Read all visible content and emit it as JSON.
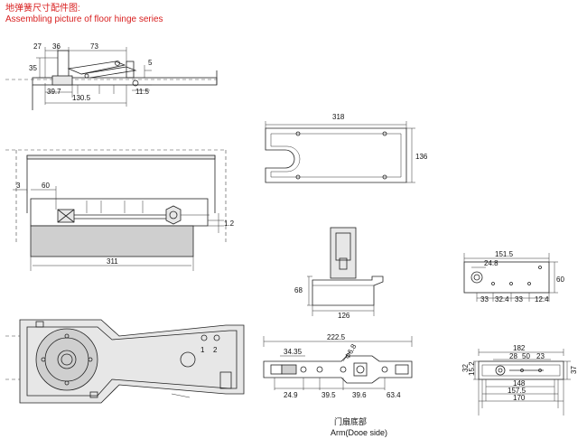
{
  "header": {
    "title_cn": "地弹簧尺寸配件图:",
    "title_en": "Assembling picture of floor hinge series"
  },
  "dims": {
    "d27": "27",
    "d36": "36",
    "d73": "73",
    "d35": "35",
    "d5": "5",
    "d39_7": "39.7",
    "d130_5": "130.5",
    "d11_5": "11.5",
    "d3": "3",
    "d60a": "60",
    "d1_2": "1.2",
    "d311": "311",
    "d318": "318",
    "d136": "136",
    "d68": "68",
    "d126": "126",
    "d151_5": "151.5",
    "d24_8": "24.8",
    "d60b": "60",
    "d33a": "33",
    "d32_4": "32.4",
    "d33b": "33",
    "d12_4": "12.4",
    "d222_5": "222.5",
    "d34_35": "34.35",
    "dphi6_8": "Φ6.8",
    "d24_9": "24.9",
    "d39_5": "39.5",
    "d39_6": "39.6",
    "d63_4": "63.4",
    "d182": "182",
    "d28": "28",
    "d50": "50",
    "d23": "23",
    "d32": "32",
    "d15_2": "15.2",
    "d37": "37",
    "d148": "148",
    "d157_5": "157.5",
    "d170": "170",
    "mark1": "1",
    "mark2": "2"
  },
  "arm_caption": {
    "cn": "门扇底部",
    "en": "Arm(Dooe side)"
  }
}
